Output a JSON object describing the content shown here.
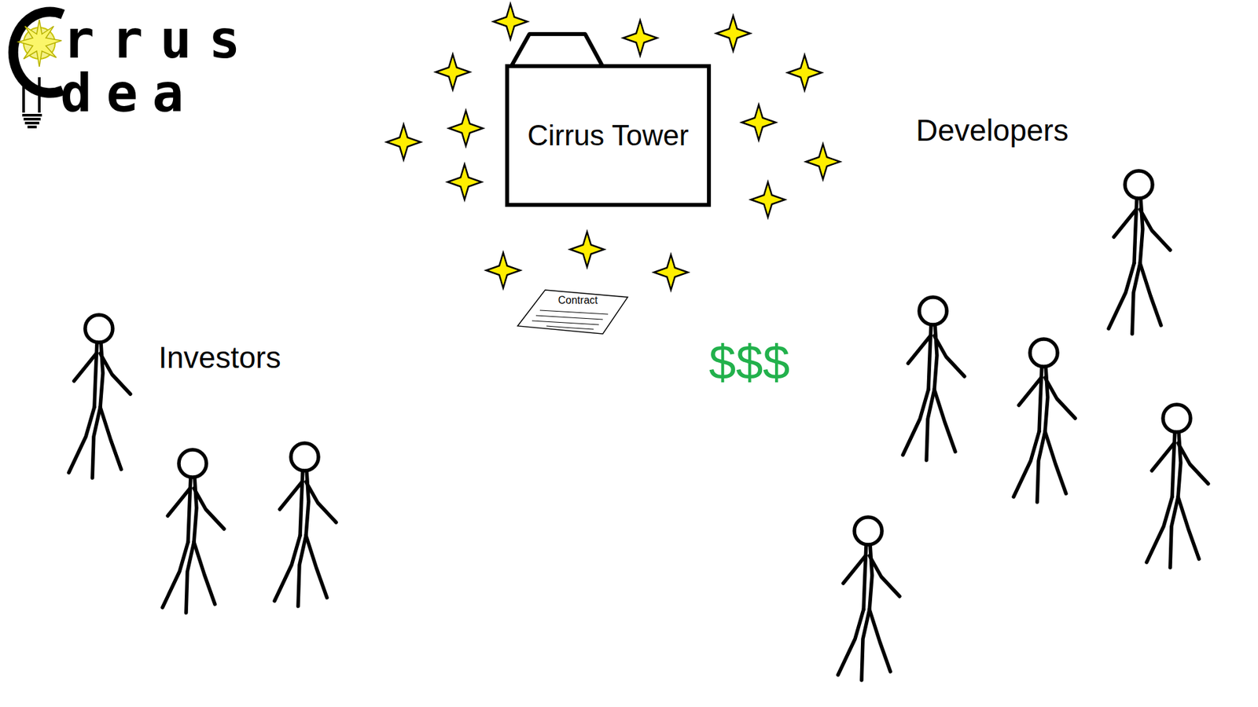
{
  "diagram": {
    "nodes": [
      {
        "text": [
          "Cirrus Tower"
        ]
      },
      {
        "text": [
          "Contract"
        ]
      }
    ],
    "labels": [
      "rrus",
      "dea",
      "Investors",
      "Developers",
      "$$$"
    ]
  }
}
